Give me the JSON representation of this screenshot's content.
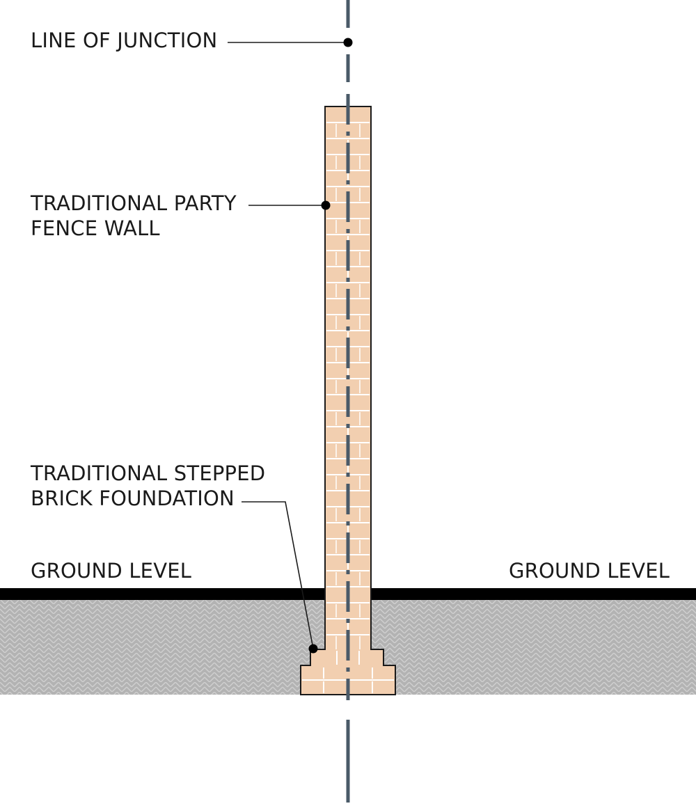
{
  "labels": {
    "line_of_junction": "LINE OF JUNCTION",
    "party_wall_line1": "TRADITIONAL PARTY",
    "party_wall_line2": "FENCE WALL",
    "foundation_line1": "TRADITIONAL STEPPED",
    "foundation_line2": "BRICK FOUNDATION",
    "ground_left": "GROUND LEVEL",
    "ground_right": "GROUND LEVEL"
  },
  "colors": {
    "brick": "#f2cfb0",
    "mortar": "#ffffff",
    "outline": "#1a1a1a",
    "ground_fill": "#b3b3b3",
    "ground_hatch": "#d6d6d6",
    "junction_line": "#4a5a68",
    "ground_line": "#000000"
  }
}
